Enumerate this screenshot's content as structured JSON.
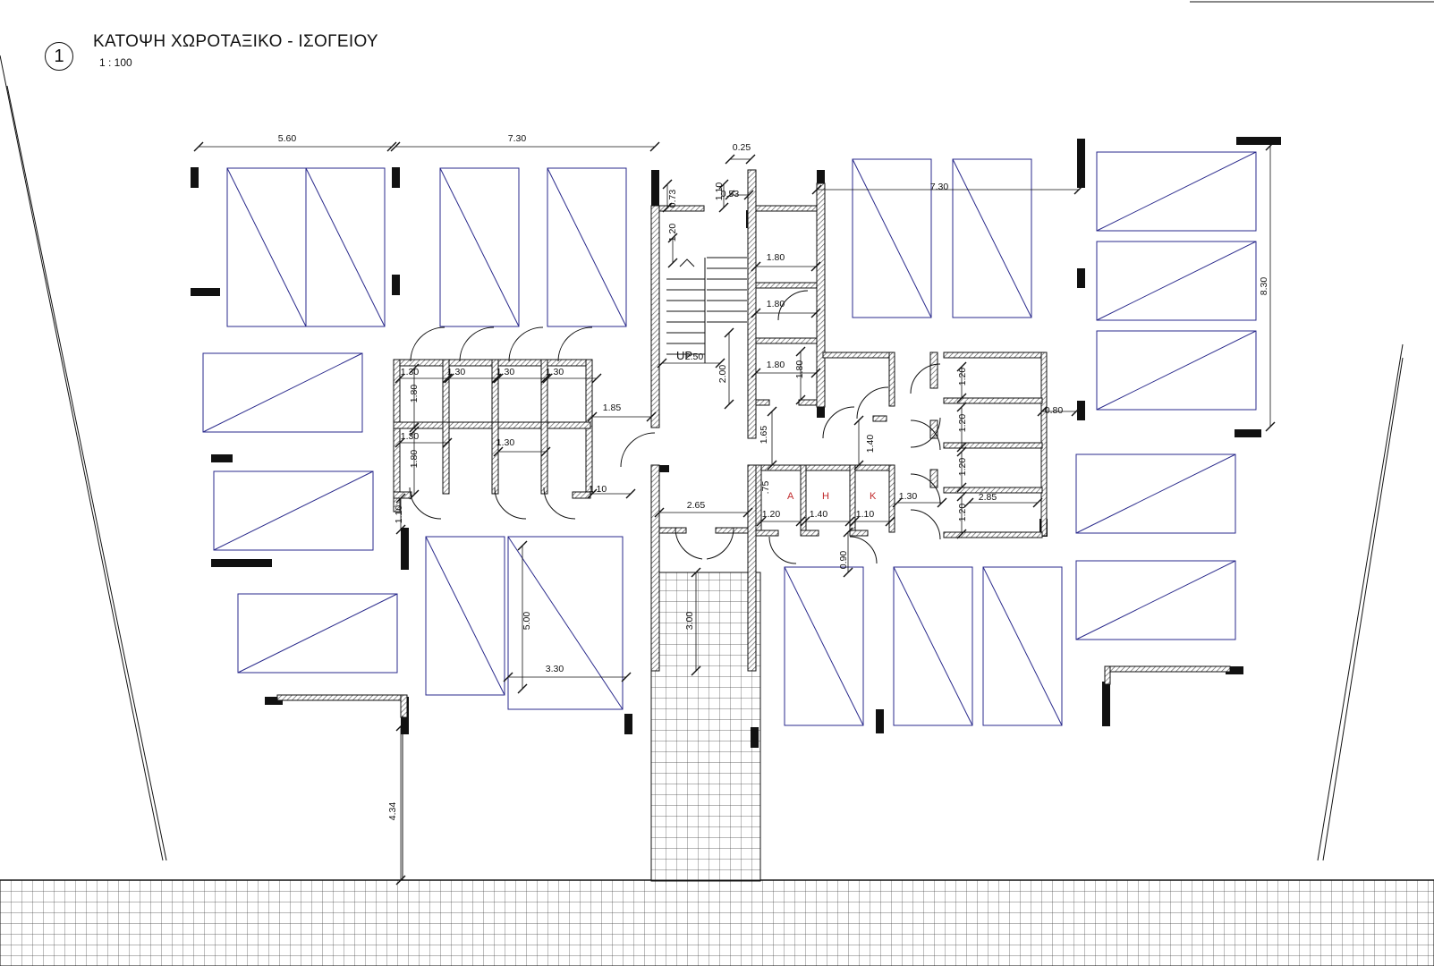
{
  "drawing": {
    "number": "1",
    "title": "ΚΑΤΟΨΗ ΧΩΡΟΤΑΞΙΚΟ -  ΙΣΟΓΕΙΟΥ",
    "scale": "1 : 100"
  },
  "stair_label": "UP",
  "room_labels": {
    "a": "A",
    "h": "H",
    "k": "K"
  },
  "colors": {
    "line": "#111111",
    "parking": "#2a2a8c",
    "room_label": "#c0282a",
    "hatch": "#555555"
  },
  "dimensions": [
    "5.60",
    "7.30",
    "0.25",
    "1.10",
    "0.73",
    "0.53",
    "1.20",
    "1.80",
    "1.80",
    "2.50",
    "2.00",
    "1.80",
    "1.80",
    "1.85",
    "1.30",
    "1.30",
    "1.30",
    "1.30",
    "1.80",
    "1.30",
    "1.80",
    "1.30",
    "1.10",
    "1.10",
    "2.65",
    "3.00",
    "5.00",
    "3.30",
    "4.34",
    "1.65",
    "1.40",
    ".75",
    "1.20",
    "1.40",
    "1.10",
    "0.90",
    "1.30",
    "2.85",
    "1.20",
    "1.20",
    "1.20",
    "1.20",
    "0.80",
    "7.30",
    "8.30"
  ]
}
